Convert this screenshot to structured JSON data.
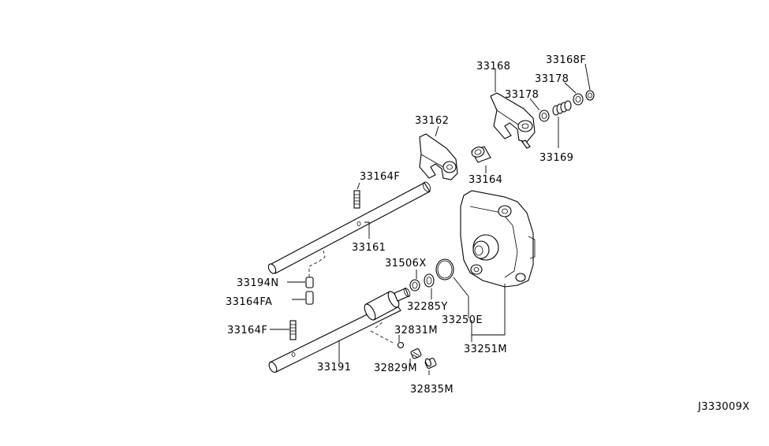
{
  "diagram": {
    "code": "J333009X",
    "parts": {
      "p33168": "33168",
      "p33168f": "33168F",
      "p33178a": "33178",
      "p33178b": "33178",
      "p33162": "33162",
      "p33169": "33169",
      "p33164": "33164",
      "p33164f_top": "33164F",
      "p33161": "33161",
      "p31506x": "31506X",
      "p33194n": "33194N",
      "p33164fa": "33164FA",
      "p32285y": "32285Y",
      "p33250e": "33250E",
      "p32831m": "32831M",
      "p33164f_bottom": "33164F",
      "p33191": "33191",
      "p32829m": "32829M",
      "p33251m": "33251M",
      "p32835m": "32835M"
    }
  }
}
